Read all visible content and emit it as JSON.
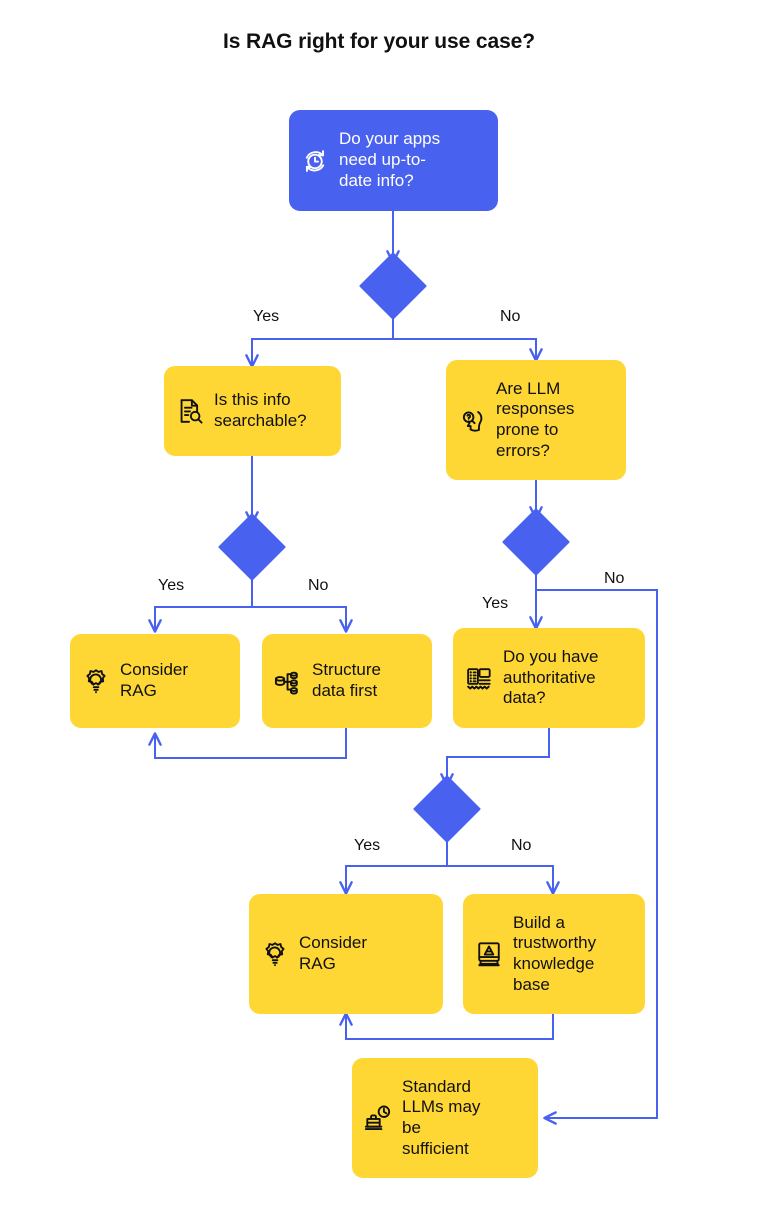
{
  "chart_data": {
    "type": "diagram",
    "title": "Is RAG right for your use case?",
    "diagram_kind": "decision-flowchart",
    "palette": {
      "decision_blue": "#4861EE",
      "action_yellow": "#FFD735",
      "edge_blue": "#4861EE",
      "text_dark": "#111111",
      "text_light": "#FFFFFF",
      "background": "#FFFFFF"
    },
    "nodes": [
      {
        "id": "n1",
        "label": "Do your apps need up-to-date info?",
        "color": "blue",
        "icon": "clock-refresh-icon"
      },
      {
        "id": "n2",
        "label": "Is this info searchable?",
        "color": "yellow",
        "icon": "document-search-icon"
      },
      {
        "id": "n3",
        "label": "Are LLM responses prone to errors?",
        "color": "yellow",
        "icon": "head-question-icon"
      },
      {
        "id": "n4",
        "label": "Consider RAG",
        "color": "yellow",
        "icon": "gear-lightbulb-icon"
      },
      {
        "id": "n5",
        "label": "Structure data first",
        "color": "yellow",
        "icon": "database-tree-icon"
      },
      {
        "id": "n6",
        "label": "Do you have authoritative data?",
        "color": "yellow",
        "icon": "certificate-document-icon"
      },
      {
        "id": "n7",
        "label": "Consider RAG",
        "color": "yellow",
        "icon": "gear-lightbulb-icon"
      },
      {
        "id": "n8",
        "label": "Build a trustworthy knowledge base",
        "color": "yellow",
        "icon": "trusted-book-icon"
      },
      {
        "id": "n9",
        "label": "Standard LLMs may be sufficient",
        "color": "yellow",
        "icon": "briefcase-clock-icon"
      }
    ],
    "decisions": [
      "d1",
      "d2",
      "d3",
      "d4"
    ],
    "edges": [
      {
        "from": "n1",
        "to": "d1",
        "label": ""
      },
      {
        "from": "d1",
        "to": "n2",
        "label": "Yes"
      },
      {
        "from": "d1",
        "to": "n3",
        "label": "No"
      },
      {
        "from": "n2",
        "to": "d2",
        "label": ""
      },
      {
        "from": "d2",
        "to": "n4",
        "label": "Yes"
      },
      {
        "from": "d2",
        "to": "n5",
        "label": "No"
      },
      {
        "from": "n5",
        "to": "n4",
        "label": ""
      },
      {
        "from": "n3",
        "to": "d3",
        "label": ""
      },
      {
        "from": "d3",
        "to": "n6",
        "label": "Yes"
      },
      {
        "from": "d3",
        "to": "n9",
        "label": "No"
      },
      {
        "from": "n6",
        "to": "d4",
        "label": ""
      },
      {
        "from": "d4",
        "to": "n7",
        "label": "Yes"
      },
      {
        "from": "d4",
        "to": "n8",
        "label": "No"
      },
      {
        "from": "n8",
        "to": "n7",
        "label": ""
      }
    ]
  },
  "title": "Is RAG right for your use case?",
  "nodes": {
    "n1": {
      "label": "Do your apps\nneed up-to-\ndate info?"
    },
    "n2": {
      "label": "Is this info\nsearchable?"
    },
    "n3": {
      "label": "Are LLM\nresponses\nprone to\nerrors?"
    },
    "n4": {
      "label": "Consider\nRAG"
    },
    "n5": {
      "label": "Structure\ndata first"
    },
    "n6": {
      "label": "Do you have\nauthoritative\ndata?"
    },
    "n7": {
      "label": "Consider\nRAG"
    },
    "n8": {
      "label": "Build a\ntrustworthy\nknowledge\nbase"
    },
    "n9": {
      "label": "Standard\nLLMs may\nbe\nsufficient"
    }
  },
  "labels": {
    "d1_yes": "Yes",
    "d1_no": "No",
    "d2_yes": "Yes",
    "d2_no": "No",
    "d3_yes": "Yes",
    "d3_no": "No",
    "d4_yes": "Yes",
    "d4_no": "No"
  }
}
